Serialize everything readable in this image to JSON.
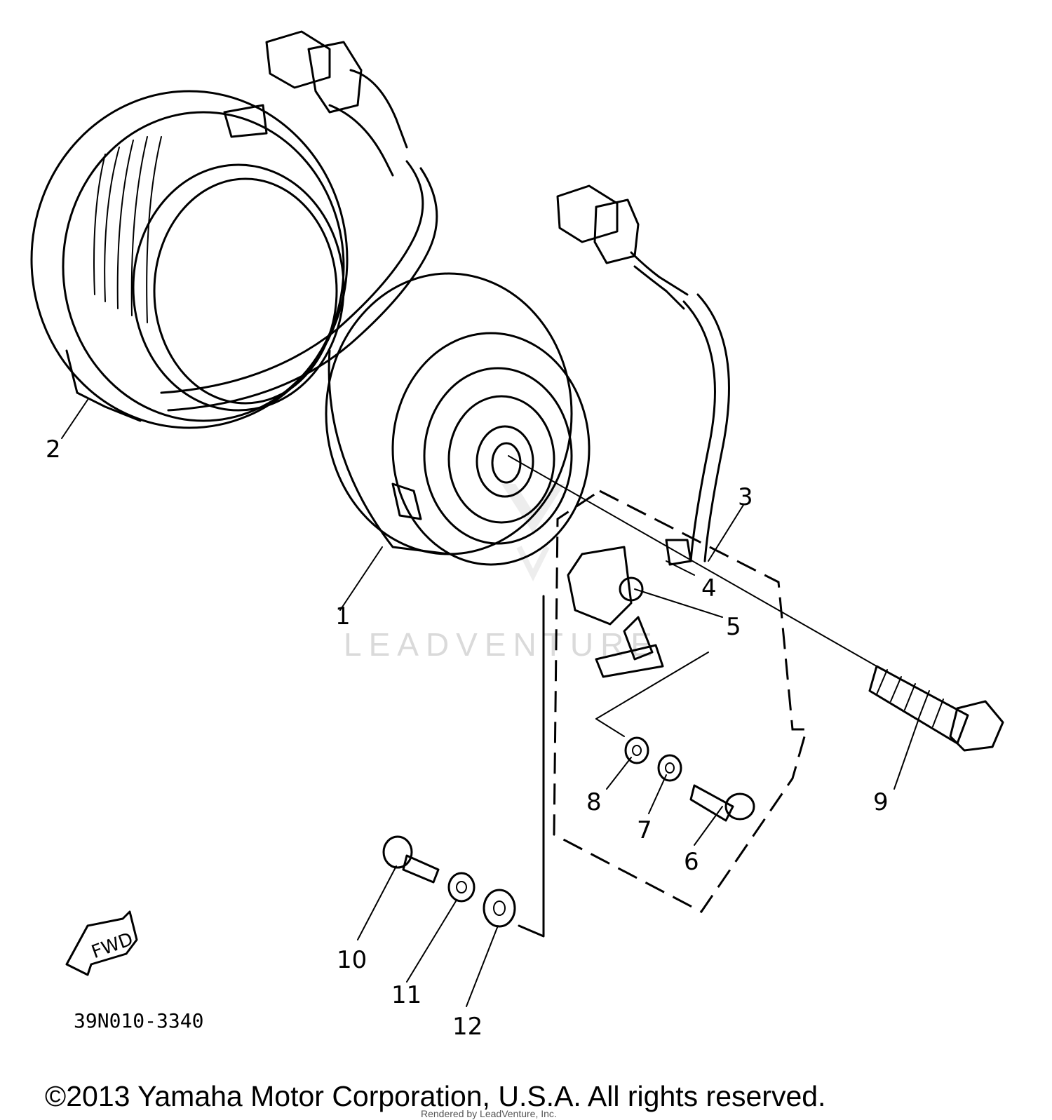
{
  "diagram": {
    "callouts": [
      {
        "id": 1,
        "label": "1"
      },
      {
        "id": 2,
        "label": "2"
      },
      {
        "id": 3,
        "label": "3"
      },
      {
        "id": 4,
        "label": "4"
      },
      {
        "id": 5,
        "label": "5"
      },
      {
        "id": 6,
        "label": "6"
      },
      {
        "id": 7,
        "label": "7"
      },
      {
        "id": 8,
        "label": "8"
      },
      {
        "id": 9,
        "label": "9"
      },
      {
        "id": 10,
        "label": "10"
      },
      {
        "id": 11,
        "label": "11"
      },
      {
        "id": 12,
        "label": "12"
      }
    ],
    "direction_label": "FWD",
    "drawing_code": "39N010-3340",
    "watermark": "LEADVENTURE"
  },
  "footer": {
    "copyright": "©2013 Yamaha Motor Corporation, U.S.A. All rights reserved.",
    "rendered_by": "Rendered by LeadVenture, Inc."
  }
}
